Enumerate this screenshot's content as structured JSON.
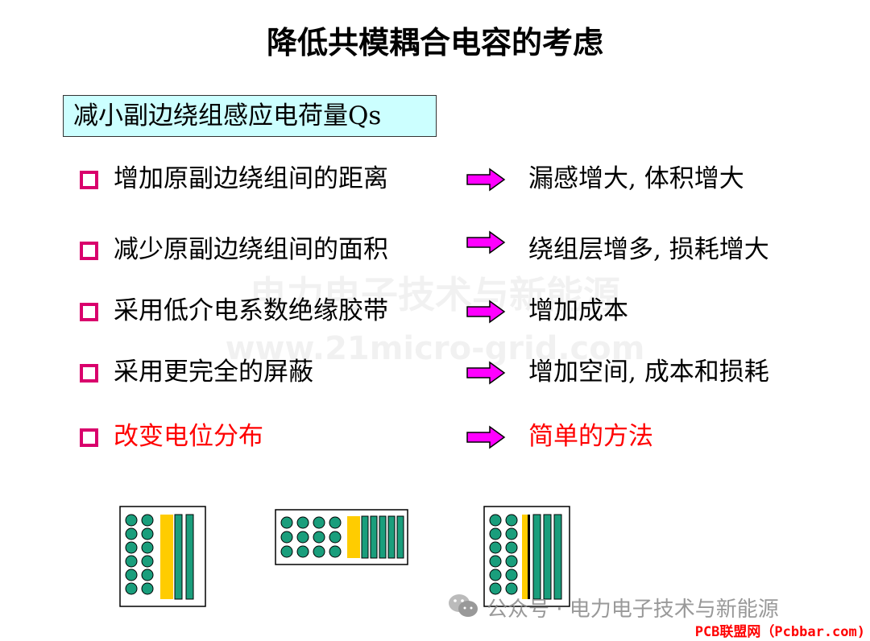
{
  "title": "降低共模耦合电容的考虑",
  "subtitle": "减小副边绕组感应电荷量Qs",
  "items": [
    {
      "left": "增加原副边绕组间的距离",
      "right": "漏感增大, 体积增大",
      "highlight": false
    },
    {
      "left": "减少原副边绕组间的面积",
      "right": "绕组层增多, 损耗增大",
      "highlight": false
    },
    {
      "left": "采用低介电系数绝缘胶带",
      "right": "增加成本",
      "highlight": false
    },
    {
      "left": "采用更完全的屏蔽",
      "right": "增加空间, 成本和损耗",
      "highlight": false
    },
    {
      "left": "改变电位分布",
      "right": "简单的方法",
      "highlight": true
    }
  ],
  "watermark": {
    "line1": "电力电子技术与新能源",
    "line2": "www.21micro-grid.com"
  },
  "footer": {
    "account": "公众号 · 电力电子技术与新能源",
    "site": "PCB联盟网（Pcbbar.com)"
  },
  "colors": {
    "subtitle_bg": "#ccffff",
    "bullet": "#d9006c",
    "arrow": "#ff00ff",
    "highlight_text": "#ff0000",
    "winding_circle": "#1a9e7c",
    "winding_bar": "#1a9e7c",
    "shield": "#ffcc00"
  },
  "icons": [
    "bullet-square-icon",
    "right-arrow-icon",
    "wechat-icon"
  ]
}
